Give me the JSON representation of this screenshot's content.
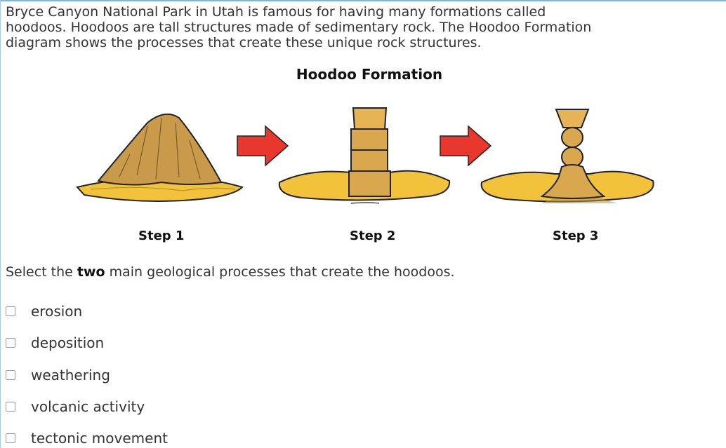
{
  "intro": {
    "line1": "Bryce Canyon National Park in Utah is famous for having many formations called",
    "line2": "hoodoos. Hoodoos are tall structures made of sedimentary rock. The Hoodoo Formation",
    "line3": "diagram shows the processes that create these unique rock structures."
  },
  "diagram": {
    "title": "Hoodoo Formation",
    "steps": [
      "Step 1",
      "Step 2",
      "Step 3"
    ],
    "arrow_color": "#e8382e",
    "sand_color": "#f2c33a",
    "rock_color": "#c99a4a"
  },
  "question": {
    "before": "Select the ",
    "emphasis": "two",
    "after": " main geological processes that create the hoodoos."
  },
  "options": [
    "erosion",
    "deposition",
    "weathering",
    "volcanic activity",
    "tectonic movement"
  ]
}
